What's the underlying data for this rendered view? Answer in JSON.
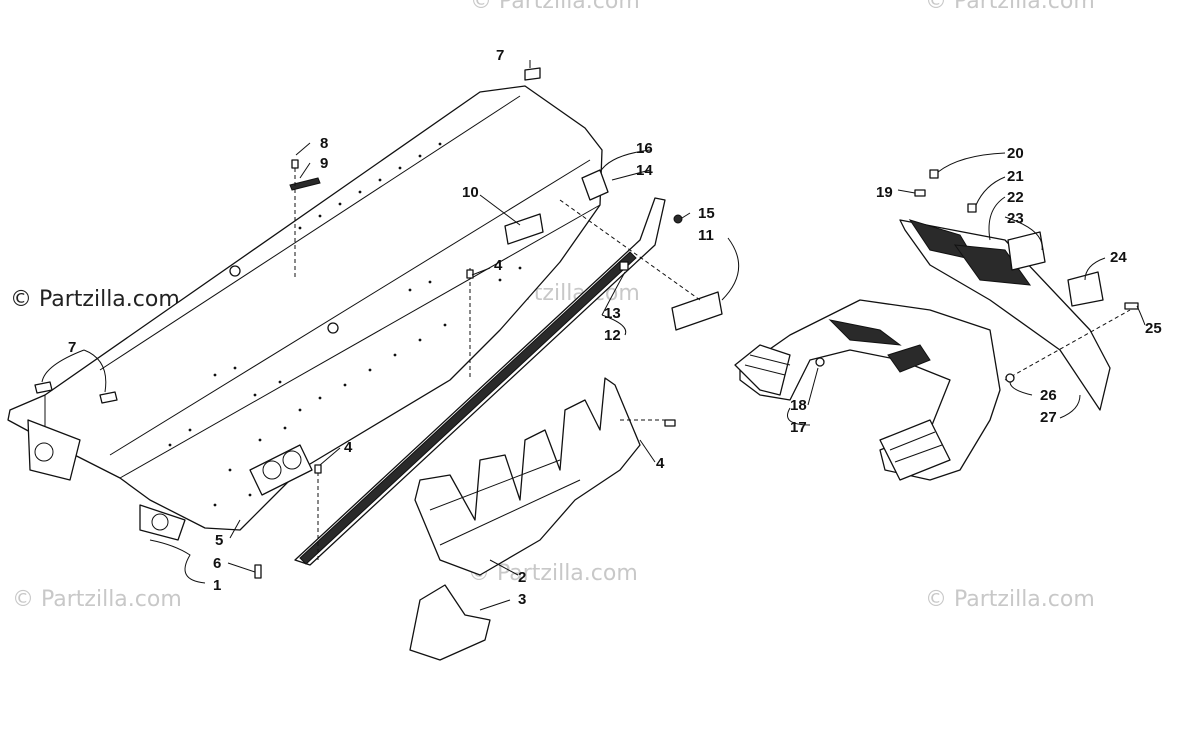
{
  "watermark": {
    "copyright": "© Partzilla.com",
    "faint": "© Partzilla.com"
  },
  "callouts": {
    "c1": "1",
    "c2": "2",
    "c3": "3",
    "c4a": "4",
    "c4b": "4",
    "c4c": "4",
    "c5": "5",
    "c6": "6",
    "c7a": "7",
    "c7b": "7",
    "c8": "8",
    "c9": "9",
    "c10": "10",
    "c11": "11",
    "c12": "12",
    "c13": "13",
    "c14": "14",
    "c15": "15",
    "c16": "16",
    "c17": "17",
    "c18": "18",
    "c19": "19",
    "c20": "20",
    "c21": "21",
    "c22": "22",
    "c23": "23",
    "c24": "24",
    "c25": "25",
    "c26": "26",
    "c27": "27"
  }
}
